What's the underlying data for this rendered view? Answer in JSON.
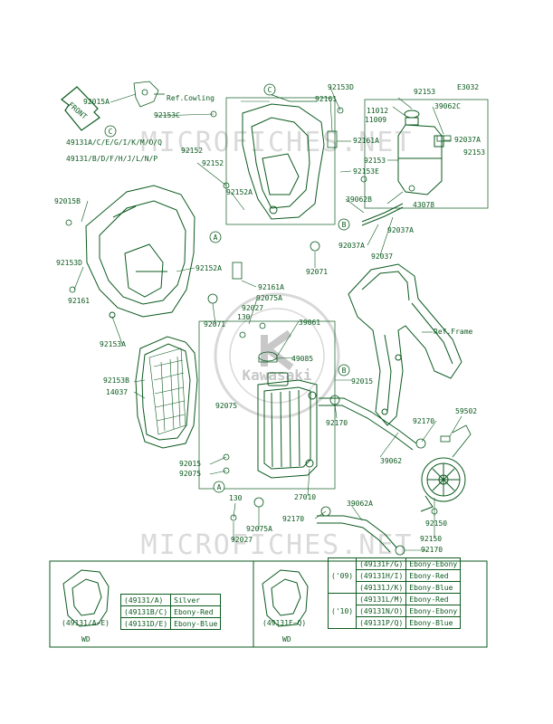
{
  "diagram_id": "E3032",
  "front_label": "FRONT",
  "logo_text": "Kawasaki",
  "watermark": "MICROFICHES.NET",
  "colors": {
    "line": "#0b5a1e",
    "bg": "#ffffff",
    "watermark": "#c8c8c8"
  },
  "refs": {
    "cowling": "Ref.Cowling",
    "frame": "Ref.Frame"
  },
  "circle_markers": {
    "a": "A",
    "b": "B",
    "c": "C"
  },
  "parts": {
    "p92015a": "92015A",
    "p92153c": "92153C",
    "p49131a": "49131A/C/E/G/I/K/M/O/Q",
    "p49131b": "49131/B/D/F/H/J/L/N/P",
    "p92152": "92152",
    "p92152b": "92152",
    "p92015b": "92015B",
    "p92153d_l": "92153D",
    "p92161_l": "92161",
    "p92153a": "92153A",
    "p92153b": "92153B",
    "p14037": "14037",
    "p92152a": "92152A",
    "p92152a_b": "92152A",
    "p92153d_t": "92153D",
    "p92161_t": "92161",
    "p92161a_t": "92161A",
    "p92153e": "92153E",
    "p39062b": "39062B",
    "p92037a_1": "92037A",
    "p92037a_2": "92037A",
    "p92037": "92037",
    "p92071_t": "92071",
    "p92153_r": "92153",
    "p11012": "11012",
    "p11009": "11009",
    "p39062c": "39062C",
    "p92037a_r": "92037A",
    "p92153_r2": "92153",
    "p92153_r3": "92153",
    "p43078": "43078",
    "p92161a_m": "92161A",
    "p92075a_m": "92075A",
    "p92027_m": "92027",
    "p130_m": "130",
    "p92071_m": "92071",
    "p39061": "39061",
    "p49085": "49085",
    "p92015": "92015",
    "p92075_m": "92075",
    "p92170_m": "92170",
    "p92170_r": "92170",
    "p59502": "59502",
    "p39062": "39062",
    "p92015_l": "92015",
    "p92075_l": "92075",
    "p27010": "27010",
    "p39062a": "39062A",
    "p130_b": "130",
    "p92170_b": "92170",
    "p92075a_b": "92075A",
    "p92027_b": "92027",
    "p92150_1": "92150",
    "p92150_2": "92150",
    "p92170_bb": "92170"
  },
  "inset_left": {
    "label": "(49131/A~E)",
    "caption": "WD",
    "rows": [
      {
        "code": "(49131/A)",
        "color": "Silver"
      },
      {
        "code": "(49131B/C)",
        "color": "Ebony-Red"
      },
      {
        "code": "(49131D/E)",
        "color": "Ebony-Blue"
      }
    ]
  },
  "inset_right": {
    "label": "(49131F~Q)",
    "caption": "WD",
    "groups": [
      {
        "year": "('09)",
        "rows": [
          {
            "code": "(49131F/G)",
            "color": "Ebony-Ebony"
          },
          {
            "code": "(49131H/I)",
            "color": "Ebony-Red"
          },
          {
            "code": "(49131J/K)",
            "color": "Ebony-Blue"
          }
        ]
      },
      {
        "year": "('10)",
        "rows": [
          {
            "code": "(49131L/M)",
            "color": "Ebony-Red"
          },
          {
            "code": "(49131N/O)",
            "color": "Ebony-Ebony"
          },
          {
            "code": "(49131P/Q)",
            "color": "Ebony-Blue"
          }
        ]
      }
    ]
  }
}
